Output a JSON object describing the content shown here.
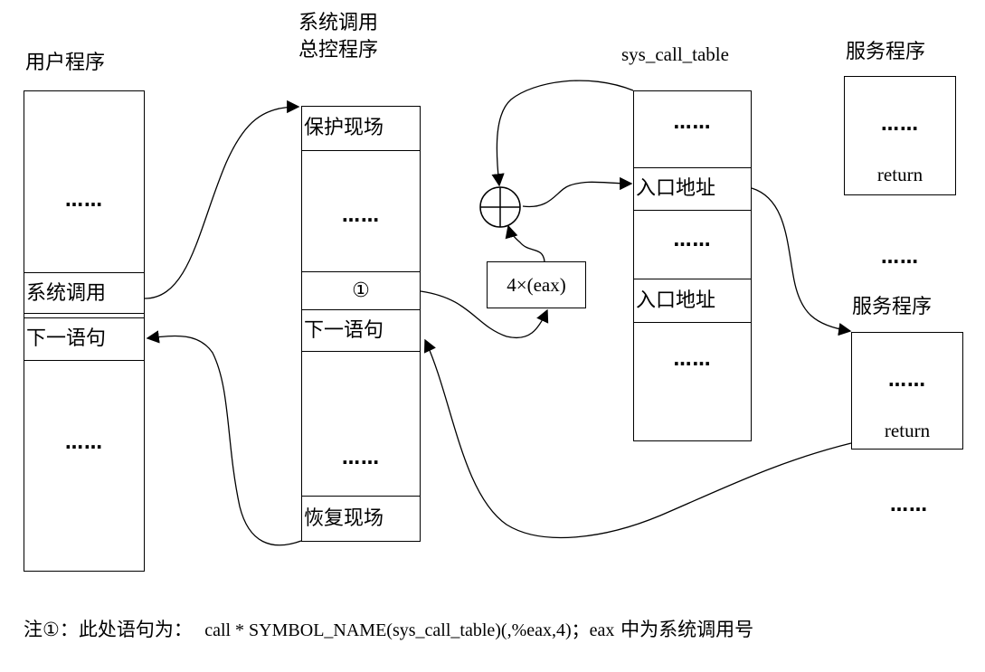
{
  "labels": {
    "user_program": "用户程序",
    "syscall_ctrl_line1": "系统调用",
    "syscall_ctrl_line2": "总控程序",
    "sys_call_table": "sys_call_table",
    "service_program_1": "服务程序",
    "service_program_2": "服务程序"
  },
  "user_box": {
    "dots_top": "……",
    "syscall": "系统调用",
    "next_stmt": "下一语句",
    "dots_bottom": "……"
  },
  "ctrl_box": {
    "save_context": "保护现场",
    "dots_1": "……",
    "marker": "①",
    "next_stmt": "下一语句",
    "dots_2": "……",
    "restore_context": "恢复现场"
  },
  "calc_box": {
    "expr": "4×(eax)"
  },
  "table_box": {
    "dots_1": "……",
    "entry_1": "入口地址",
    "dots_2": "……",
    "entry_2": "入口地址",
    "dots_3": "……"
  },
  "service_box_1": {
    "dots": "……",
    "ret": "return"
  },
  "service_box_2": {
    "dots": "……",
    "ret": "return"
  },
  "between_services_dots": "……",
  "after_services_dots": "……",
  "note": {
    "prefix": "注①：此处语句为：",
    "code": "call * SYMBOL_NAME(sys_call_table)(,%eax,4)；eax",
    "suffix": " 中为系统调用号"
  }
}
